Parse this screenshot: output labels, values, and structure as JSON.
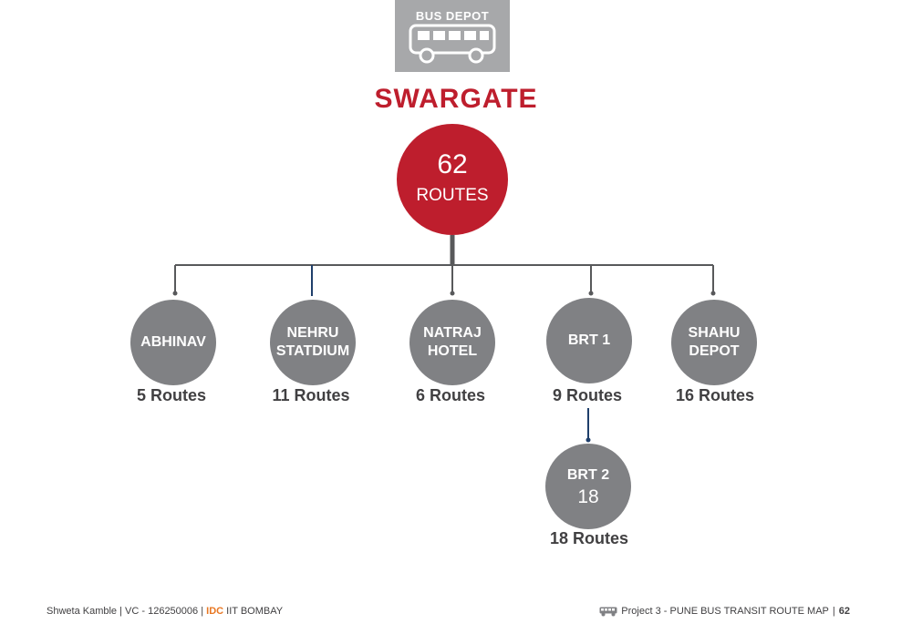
{
  "badge": {
    "label": "BUS DEPOT",
    "icon": "bus-icon"
  },
  "title": "SWARGATE",
  "hub": {
    "count": "62",
    "unit": "ROUTES"
  },
  "nodes": [
    {
      "name": "ABHINAV",
      "routes": "5 Routes"
    },
    {
      "name": "NEHRU\nSTATDIUM",
      "routes": "11 Routes"
    },
    {
      "name": "NATRAJ\nHOTEL",
      "routes": "6 Routes"
    },
    {
      "name": "BRT 1",
      "routes": "9 Routes"
    },
    {
      "name": "SHAHU\nDEPOT",
      "routes": "16 Routes"
    },
    {
      "name": "BRT 2",
      "count": "18",
      "routes": "18 Routes"
    }
  ],
  "footer": {
    "author": "Shweta Kamble",
    "sep": "|",
    "vc": "VC - 126250006",
    "idc": "IDC",
    "institute": "IIT BOMBAY",
    "project": "Project 3 - PUNE BUS TRANSIT ROUTE MAP",
    "page": "62"
  },
  "colors": {
    "accent": "#be1e2d",
    "node": "#808184",
    "badge": "#a7a8aa",
    "idc": "#e87722"
  }
}
